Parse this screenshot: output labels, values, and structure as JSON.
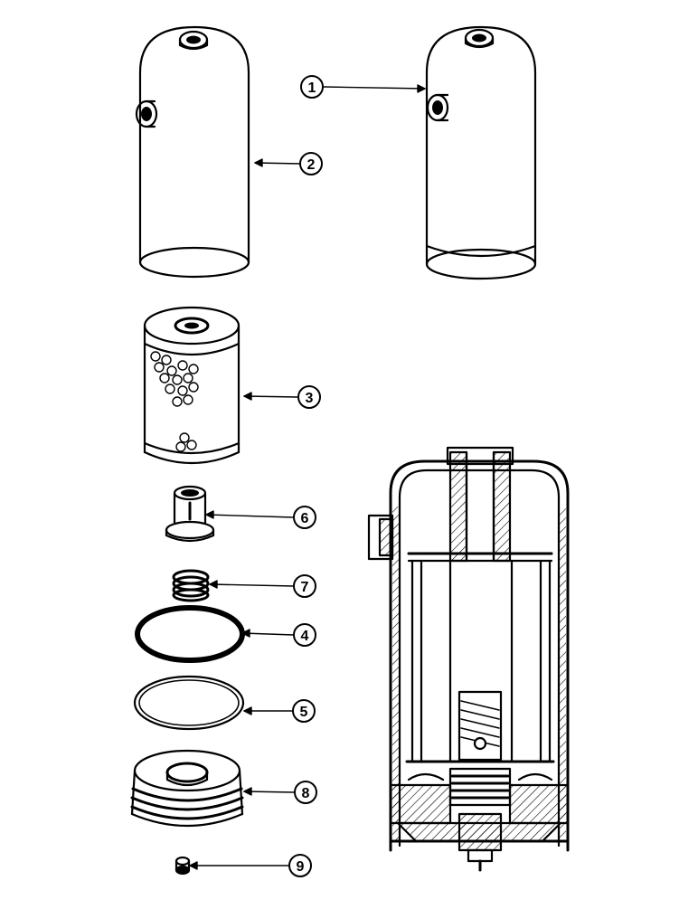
{
  "diagram": {
    "callouts": [
      {
        "id": "c1",
        "label": "1"
      },
      {
        "id": "c2",
        "label": "2"
      },
      {
        "id": "c3",
        "label": "3"
      },
      {
        "id": "c6",
        "label": "6"
      },
      {
        "id": "c7",
        "label": "7"
      },
      {
        "id": "c4",
        "label": "4"
      },
      {
        "id": "c5",
        "label": "5"
      },
      {
        "id": "c8",
        "label": "8"
      },
      {
        "id": "c9",
        "label": "9"
      }
    ]
  }
}
